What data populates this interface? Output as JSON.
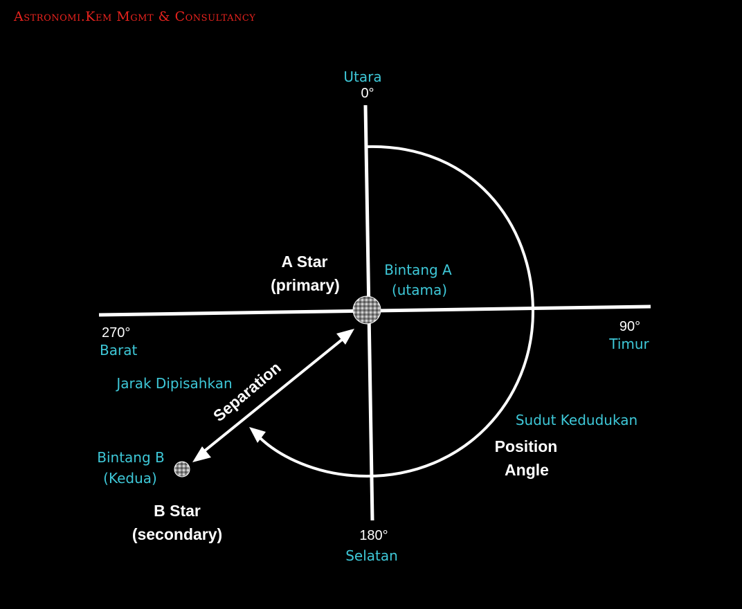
{
  "brand": "Astronomi.Kem Mgmt & Consultancy",
  "north": {
    "label": "Utara",
    "degree": "0°"
  },
  "east": {
    "degree": "90°",
    "label": "Timur"
  },
  "south": {
    "degree": "180°",
    "label": "Selatan"
  },
  "west": {
    "degree": "270°",
    "label": "Barat"
  },
  "star_a": {
    "line1": "A Star",
    "line2": "(primary)",
    "local1": "Bintang A",
    "local2": "(utama)"
  },
  "star_b": {
    "line1": "B Star",
    "line2": "(secondary)",
    "local1": "Bintang B",
    "local2": "(Kedua)"
  },
  "separation": {
    "label": "Separation",
    "local": "Jarak Dipisahkan"
  },
  "position_angle": {
    "line1": "Position",
    "line2": "Angle",
    "local": "Sudut Kedudukan"
  },
  "colors": {
    "background": "#000000",
    "lines": "#ffffff",
    "brand": "#e8231e",
    "local_text": "#3ec8d8"
  }
}
